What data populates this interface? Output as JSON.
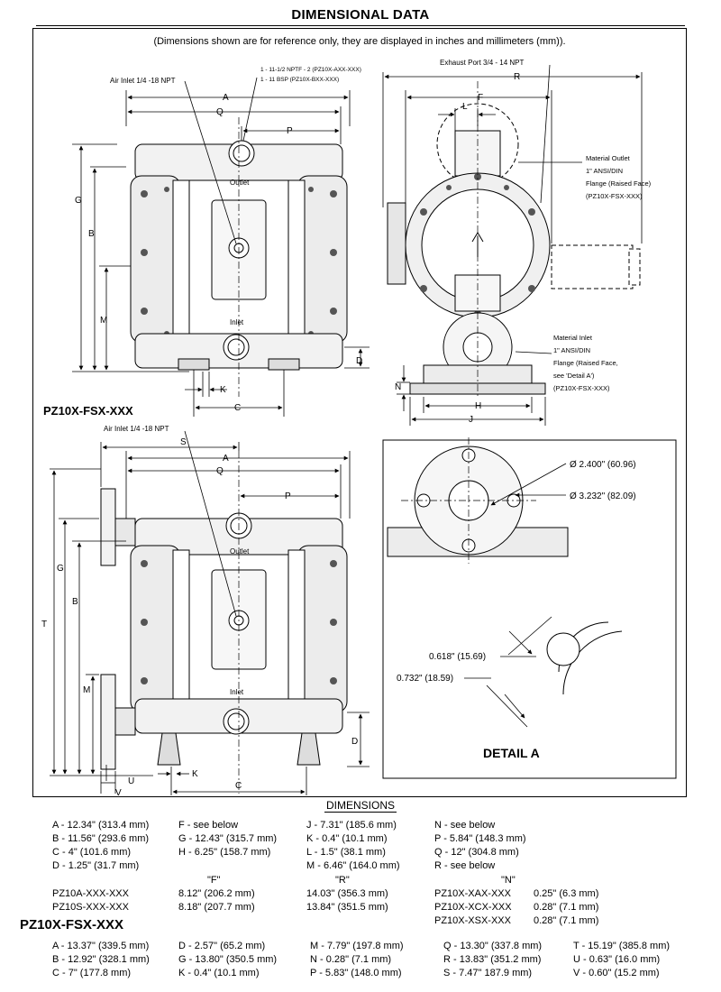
{
  "title": "DIMENSIONAL DATA",
  "subtitle": "(Dimensions shown are for reference only, they are displayed in inches and millimeters (mm)).",
  "top_left_view": {
    "air_inlet_label": "Air Inlet 1/4 -18 NPT",
    "npt_note_line1": "1 - 11-1/2 NPTF - 2 (PZ10X-AXX-XXX)",
    "npt_note_line2": "1 - 11 BSP (PZ10X-BXX-XXX)",
    "outlet_label": "Outlet",
    "inlet_label": "Inlet",
    "dims": {
      "A": "A",
      "Q": "Q",
      "P": "P",
      "G": "G",
      "B": "B",
      "M": "M",
      "D": "D",
      "K": "K",
      "C": "C"
    }
  },
  "top_right_view": {
    "exhaust_label": "Exhaust Port 3/4 - 14 NPT",
    "material_outlet_lines": [
      "Material Outlet",
      "1\" ANSI/DIN",
      "Flange (Raised Face)",
      "(PZ10X-FSX-XXX)"
    ],
    "material_inlet_lines": [
      "Material Inlet",
      "1\" ANSI/DIN",
      "Flange (Raised Face,",
      "see 'Detail A')",
      "(PZ10X-FSX-XXX)"
    ],
    "dims": {
      "R": "R",
      "F": "F",
      "L": "L",
      "N": "N",
      "H": "H",
      "J": "J"
    }
  },
  "model_label_1": "PZ10X-FSX-XXX",
  "bottom_left_view": {
    "air_inlet_label": "Air Inlet 1/4 -18 NPT",
    "outlet_label": "Outlet",
    "inlet_label": "Inlet",
    "dims": {
      "S": "S",
      "A": "A",
      "Q": "Q",
      "P": "P",
      "G": "G",
      "B": "B",
      "T": "T",
      "M": "M",
      "D": "D",
      "K": "K",
      "U": "U",
      "V": "V",
      "C": "C"
    }
  },
  "detail_a": {
    "dia1": "Ø 2.400\" (60.96)",
    "dia2": "Ø 3.232\" (82.09)",
    "dim1": "0.618\" (15.69)",
    "dim2": "0.732\" (18.59)",
    "title": "DETAIL A"
  },
  "dimensions_header": "DIMENSIONS",
  "dims_table1": [
    [
      "A - 12.34\" (313.4 mm)",
      "F - see below",
      "J - 7.31\" (185.6 mm)",
      "N - see below"
    ],
    [
      "B - 11.56\" (293.6 mm)",
      "G - 12.43\" (315.7 mm)",
      "K - 0.4\" (10.1 mm)",
      "P - 5.84\" (148.3 mm)"
    ],
    [
      "C - 4\" (101.6 mm)",
      "H - 6.25\" (158.7 mm)",
      "L - 1.5\" (38.1 mm)",
      "Q - 12\" (304.8 mm)"
    ],
    [
      "D - 1.25\" (31.7 mm)",
      "",
      "M - 6.46\" (164.0 mm)",
      "R - see below"
    ]
  ],
  "fr_headers": {
    "F": "\"F\"",
    "R": "\"R\"",
    "N": "\"N\""
  },
  "fr_rows": [
    {
      "model": "PZ10A-XXX-XXX",
      "F": "8.12\" (206.2 mm)",
      "R": "14.03\" (356.3 mm)"
    },
    {
      "model": "PZ10S-XXX-XXX",
      "F": "8.18\" (207.7 mm)",
      "R": "13.84\" (351.5 mm)"
    }
  ],
  "n_rows": [
    {
      "model": "PZ10X-XAX-XXX",
      "value": "0.25\" (6.3 mm)"
    },
    {
      "model": "PZ10X-XCX-XXX",
      "value": "0.28\" (7.1 mm)"
    },
    {
      "model": "PZ10X-XSX-XXX",
      "value": "0.28\" (7.1 mm)"
    }
  ],
  "model_label_2": "PZ10X-FSX-XXX",
  "dims_table2": [
    [
      "A - 13.37\" (339.5 mm)",
      "D - 2.57\" (65.2 mm)",
      "M - 7.79\" (197.8 mm)",
      "Q - 13.30\" (337.8 mm)",
      "T - 15.19\" (385.8 mm)"
    ],
    [
      "B - 12.92\" (328.1 mm)",
      "G - 13.80\" (350.5 mm)",
      "N - 0.28\" (7.1 mm)",
      "R - 13.83\" (351.2 mm)",
      "U - 0.63\" (16.0 mm)"
    ],
    [
      "C - 7\" (177.8 mm)",
      "K - 0.4\" (10.1 mm)",
      "P - 5.83\" (148.0 mm)",
      "S - 7.47\" 187.9 mm)",
      "V - 0.60\" (15.2 mm)"
    ]
  ]
}
